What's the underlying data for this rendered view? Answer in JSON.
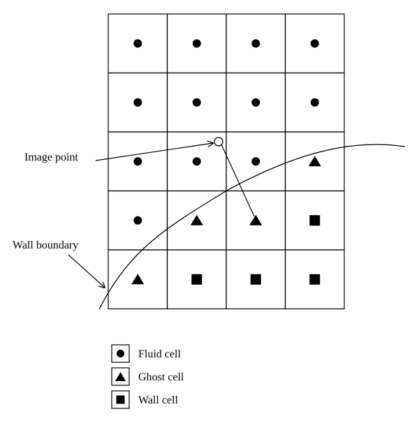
{
  "colors": {
    "stroke": "#000000",
    "background": "#ffffff"
  },
  "grid": {
    "rows": 5,
    "cols": 4,
    "cells": [
      [
        "fluid",
        "fluid",
        "fluid",
        "fluid"
      ],
      [
        "fluid",
        "fluid",
        "fluid",
        "fluid"
      ],
      [
        "fluid",
        "fluid",
        "fluid",
        "ghost"
      ],
      [
        "fluid",
        "ghost",
        "ghost",
        "wall"
      ],
      [
        "ghost",
        "wall",
        "wall",
        "wall"
      ]
    ]
  },
  "annotations": {
    "image_point": "Image point",
    "wall_boundary": "Wall boundary"
  },
  "legend": [
    {
      "symbol": "fluid",
      "label": "Fluid cell"
    },
    {
      "symbol": "ghost",
      "label": "Ghost cell"
    },
    {
      "symbol": "wall",
      "label": "Wall cell"
    }
  ]
}
